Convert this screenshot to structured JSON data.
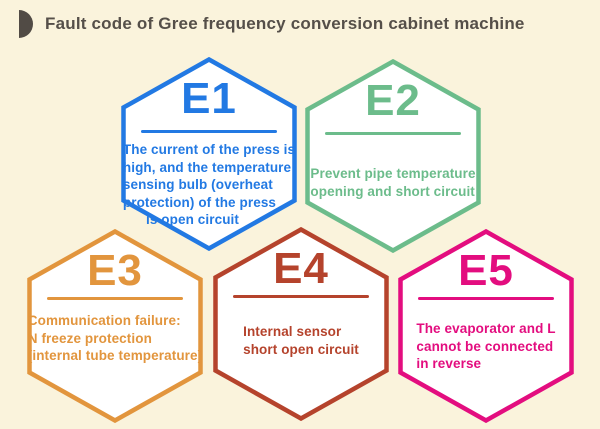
{
  "colors": {
    "background": "#FAF3DC",
    "card_fill": "#FFFFFF",
    "title_text": "#554F49",
    "icon": "#514B45"
  },
  "header": {
    "title": "Fault code of Gree frequency conversion cabinet machine",
    "icon": "half-circle-icon"
  },
  "cards": [
    {
      "code": "E1",
      "color": "#2279E3",
      "description": "The current of the press is\nhigh, and the temperature\nsensing bulb (overheat\nprotection) of the press\n      is open circuit"
    },
    {
      "code": "E2",
      "color": "#6CBC8B",
      "description": "Prevent pipe temperature\nopening and short circuit"
    },
    {
      "code": "E3",
      "color": "#E2953D",
      "description": "Communication failure:\nN freeze protection\n(internal tube temperature)"
    },
    {
      "code": "E4",
      "color": "#B5432C",
      "description": "Internal sensor\nshort open circuit"
    },
    {
      "code": "E5",
      "color": "#E30D7F",
      "description": "The evaporator and L\ncannot be connected\nin reverse"
    }
  ]
}
